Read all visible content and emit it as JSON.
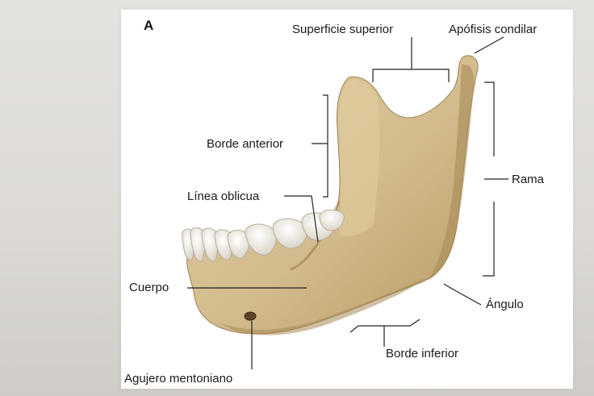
{
  "figure": {
    "panel_letter": "A",
    "labels": {
      "superficie_superior": "Superficie superior",
      "apofisis_condilar": "Apófisis condilar",
      "borde_anterior": "Borde anterior",
      "rama": "Rama",
      "linea_oblicua": "Línea oblicua",
      "cuerpo": "Cuerpo",
      "angulo": "Ángulo",
      "borde_inferior": "Borde inferior",
      "agujero_mentoniano": "Agujero mentoniano"
    }
  },
  "colors": {
    "bone": "#d2bb8c",
    "bone_shadow": "#b59a68",
    "tooth": "#f1ece2",
    "line": "#222222"
  }
}
